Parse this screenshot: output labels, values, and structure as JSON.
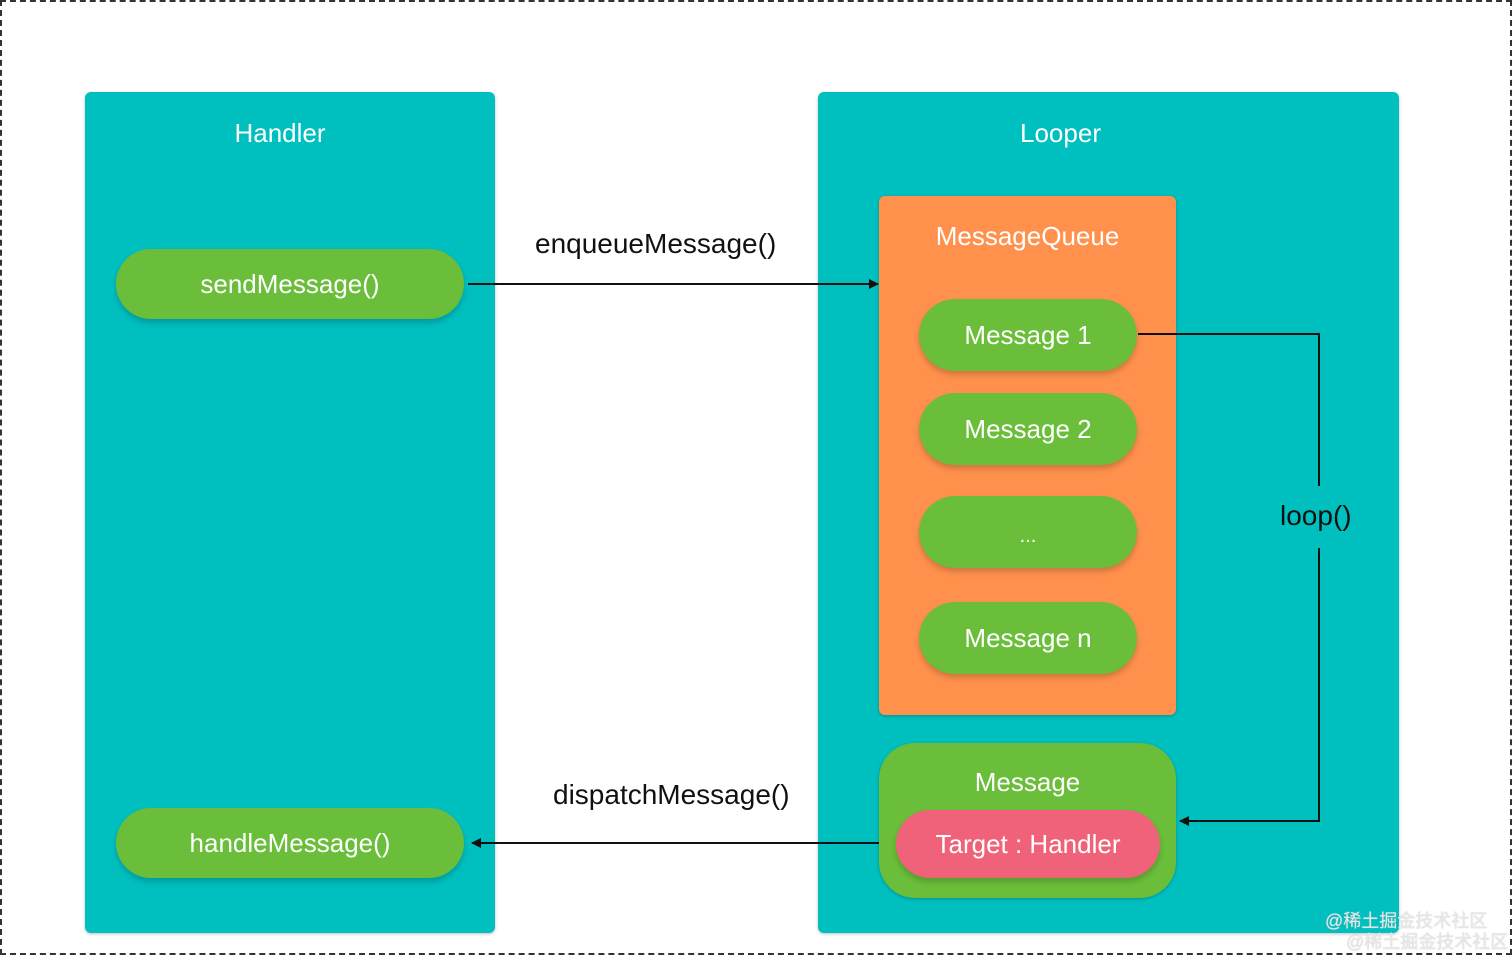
{
  "colors": {
    "panel": "#00bfbf",
    "pill": "#6abe3a",
    "queue": "#ff914d",
    "target": "#f0627a",
    "line": "#111111"
  },
  "handler": {
    "title": "Handler",
    "send": "sendMessage()",
    "handle": "handleMessage()"
  },
  "looper": {
    "title": "Looper",
    "queue": {
      "title": "MessageQueue",
      "messages": [
        "Message 1",
        "Message 2",
        "...",
        "Message n"
      ]
    },
    "message": {
      "title": "Message",
      "target": "Target : Handler"
    }
  },
  "edges": {
    "enqueue": "enqueueMessage()",
    "dispatch": "dispatchMessage()",
    "loop": "loop()"
  },
  "watermark": "@稀土掘金技术社区"
}
